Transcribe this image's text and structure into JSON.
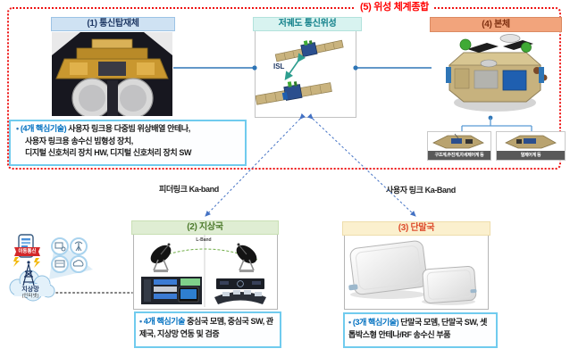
{
  "system_title": "(5) 위성 체계종합",
  "payload": {
    "header": "(1) 통신탑재체",
    "bullet": "•",
    "tech_highlight": "(4개 핵심기술)",
    "tech_line1": " 사용자 링크용 다중빔 위상배열 안테나,",
    "tech_line2": "사용자 링크용 송수신 빔형성 장치,",
    "tech_line3": "디지털 신호처리 장치 HW, 디지털 신호처리 장치 SW"
  },
  "leo": {
    "header": "저궤도 통신위성",
    "isl": "ISL"
  },
  "bus": {
    "header": "(4) 본체",
    "subsystem_left": "구조계,추진계,자세제어계 등",
    "subsystem_right": "열제어계 등"
  },
  "links": {
    "feeder": "피더링크 Ka-band",
    "user": "사용자 링크 Ka-Band",
    "interstation": "L-Band"
  },
  "network": {
    "mobile": "이동통신",
    "cloud_title": "지상망",
    "cloud_sub": "(인터넷)"
  },
  "ground": {
    "header": "(2) 지상국",
    "bullet": "•",
    "tech_highlight": "4개 핵심기술",
    "tech_rest": " 중심국 모뎀, 중심국 SW, 관제국, 지상망 연동 및 검증"
  },
  "terminal": {
    "header": "(3) 단말국",
    "bullet": "•",
    "tech_highlight": "(3개 핵심기술)",
    "tech_rest": " 단말국 모뎀, 단말국 SW, 셋톱박스형 안테나/RF 송수신 부품"
  },
  "colors": {
    "border_red": "#ee1414",
    "accent_blue": "#2e75b6",
    "highlight_blue": "#0070c0",
    "teal_arrow": "#2e9e8f",
    "green_arc": "#70ad47"
  }
}
